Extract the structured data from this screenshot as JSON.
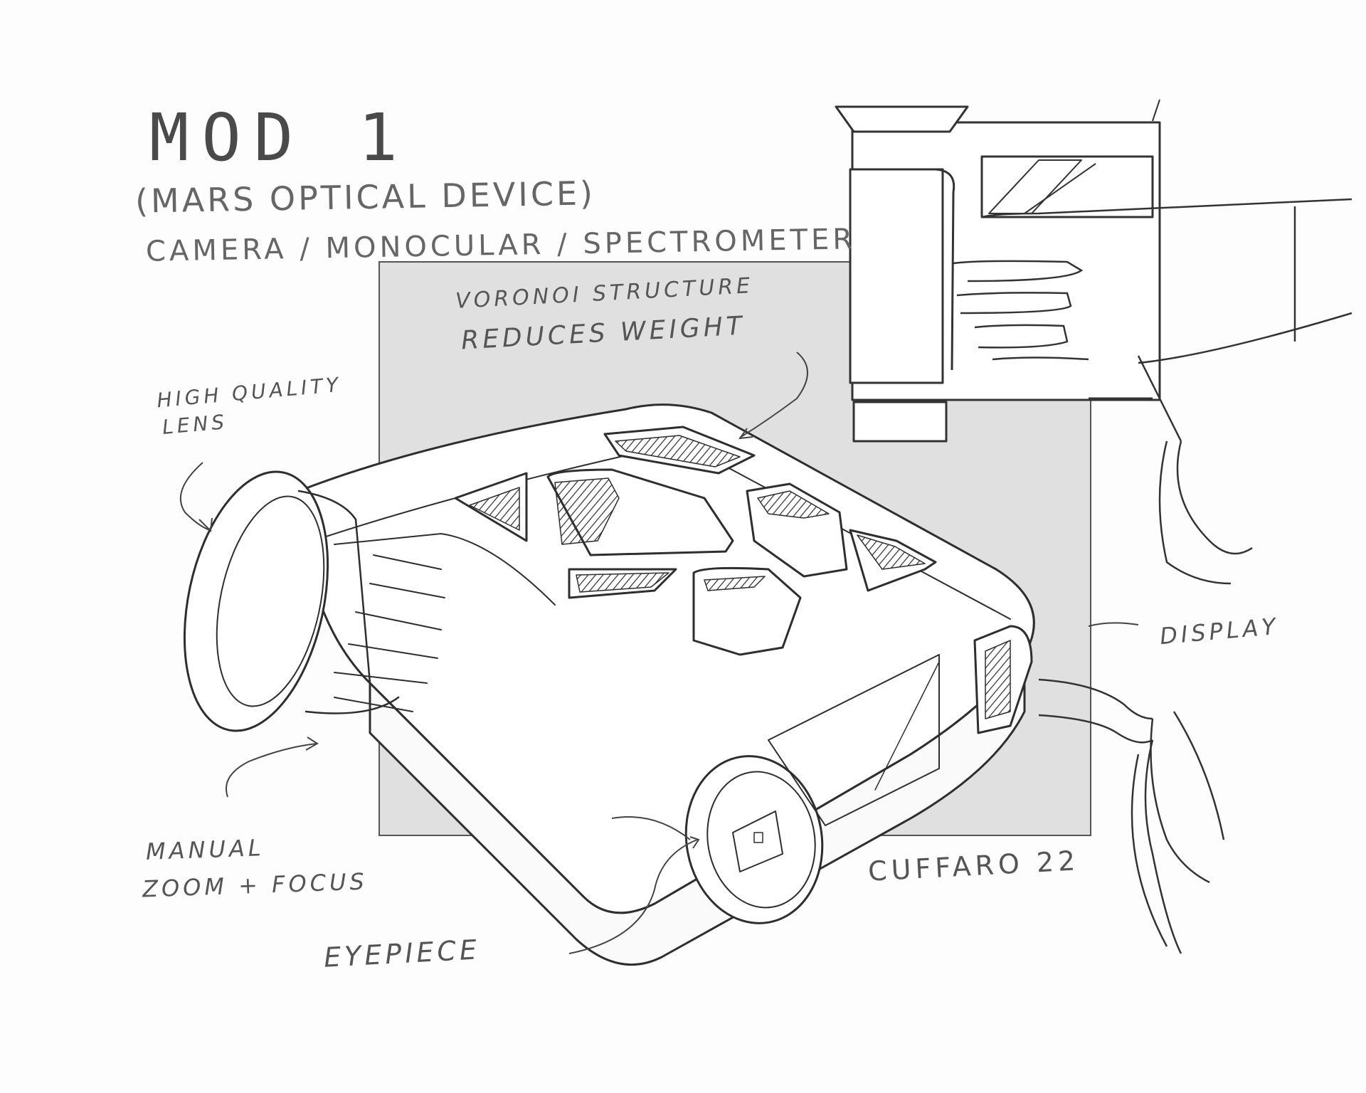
{
  "title": "MOD 1",
  "subtitle": "(MARS OPTICAL DEVICE)",
  "subtitle2": "CAMERA / MONOCULAR / SPECTROMETER",
  "annotations": {
    "voronoi_line1": "VORONOI STRUCTURE",
    "voronoi_line2": "REDUCES WEIGHT",
    "lens_line1": "HIGH QUALITY",
    "lens_line2": "LENS",
    "display": "DISPLAY",
    "manual_line1": "MANUAL",
    "manual_line2": "ZOOM + FOCUS",
    "eyepiece": "EYEPIECE"
  },
  "signature": "CUFFARO 22",
  "colors": {
    "background": "#fdfdfd",
    "backdrop_panel": "#e0e0e0",
    "ink": "#333333",
    "light_ink": "#777777"
  }
}
